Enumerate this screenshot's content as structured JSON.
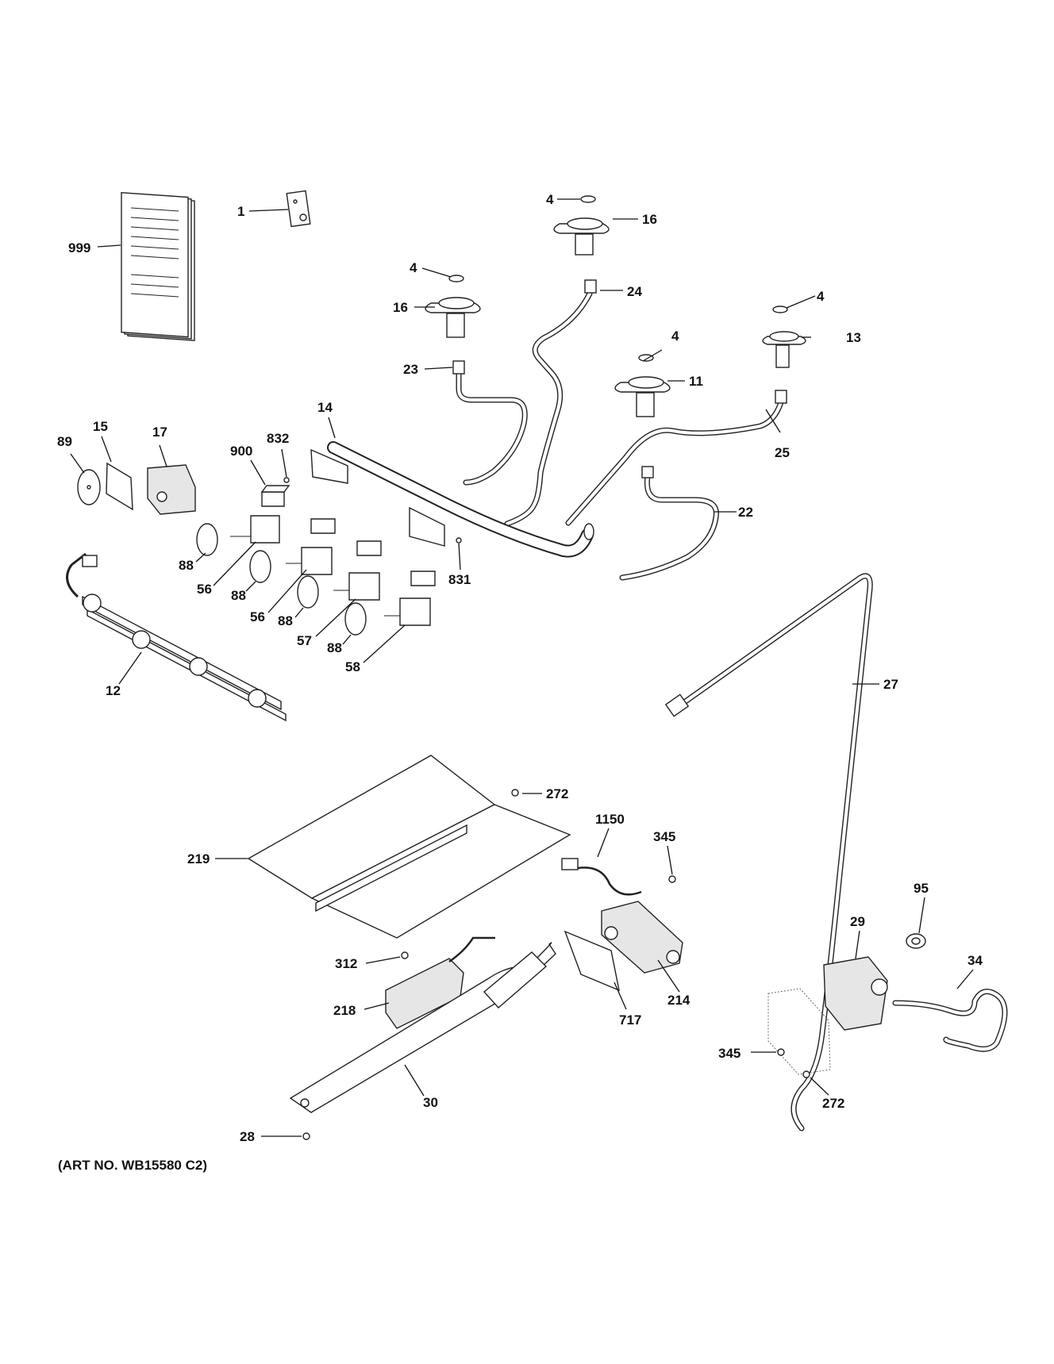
{
  "diagram": {
    "labels": {
      "l999": "999",
      "l1": "1",
      "l4a": "4",
      "l16a": "16",
      "l4b": "4",
      "l16b": "16",
      "l24": "24",
      "l4c": "4",
      "l13": "13",
      "l4d": "4",
      "l11": "11",
      "l23": "23",
      "l14": "14",
      "l25": "25",
      "l89": "89",
      "l15": "15",
      "l17": "17",
      "l900": "900",
      "l832": "832",
      "l22": "22",
      "l88a": "88",
      "l56a": "56",
      "l88b": "88",
      "l56b": "56",
      "l88c": "88",
      "l57": "57",
      "l88d": "88",
      "l58": "58",
      "l831": "831",
      "l12": "12",
      "l27": "27",
      "l272a": "272",
      "l1150": "1150",
      "l345a": "345",
      "l219": "219",
      "l95": "95",
      "l29": "29",
      "l34": "34",
      "l312": "312",
      "l218": "218",
      "l214": "214",
      "l717": "717",
      "l345b": "345",
      "l272b": "272",
      "l30": "30",
      "l28": "28"
    },
    "art_number": "(ART NO. WB15580 C2)"
  }
}
